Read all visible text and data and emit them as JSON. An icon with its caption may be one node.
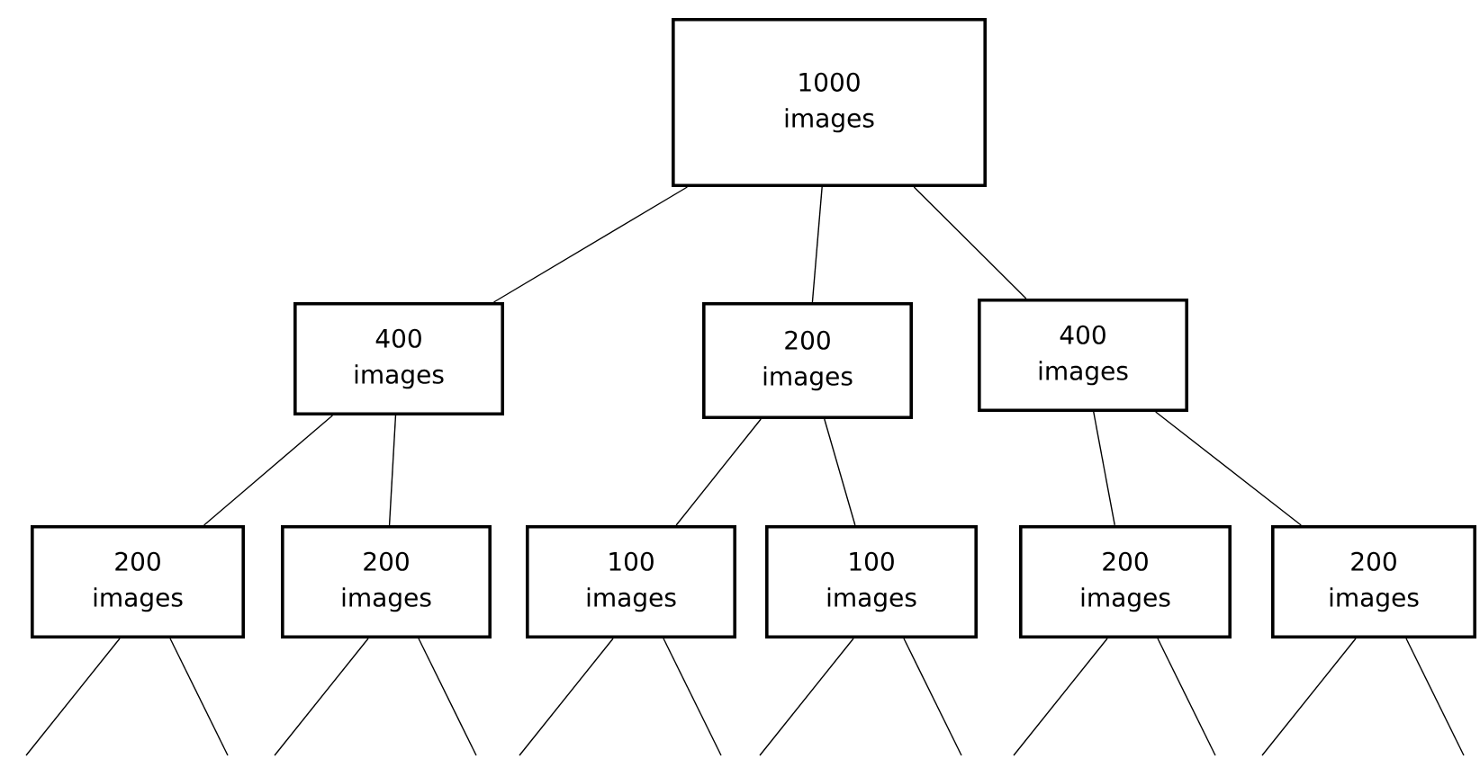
{
  "diagram": {
    "nodes": [
      {
        "text": [
          "1000 images"
        ]
      },
      {
        "text": [
          "400 images"
        ]
      },
      {
        "text": [
          "200 images"
        ]
      },
      {
        "text": [
          "400 images"
        ]
      },
      {
        "text": [
          "200 images"
        ]
      },
      {
        "text": [
          "200 images"
        ]
      },
      {
        "text": [
          "100 images"
        ]
      },
      {
        "text": [
          "100 images"
        ]
      },
      {
        "text": [
          "200 images"
        ]
      },
      {
        "text": [
          "200 images"
        ]
      }
    ],
    "edges": [
      {
        "from": 0,
        "to": 1,
        "arrow": "none"
      },
      {
        "from": 0,
        "to": 2,
        "arrow": "none"
      },
      {
        "from": 0,
        "to": 3,
        "arrow": "none"
      },
      {
        "from": 1,
        "to": 4,
        "arrow": "none"
      },
      {
        "from": 1,
        "to": 5,
        "arrow": "none"
      },
      {
        "from": 2,
        "to": 6,
        "arrow": "none"
      },
      {
        "from": 2,
        "to": 7,
        "arrow": "none"
      },
      {
        "from": 3,
        "to": 8,
        "arrow": "none"
      },
      {
        "from": 3,
        "to": 9,
        "arrow": "none"
      },
      {
        "from": 4,
        "to": null,
        "arrow": "none"
      },
      {
        "from": 4,
        "to": null,
        "arrow": "none"
      },
      {
        "from": 5,
        "to": null,
        "arrow": "none"
      },
      {
        "from": 5,
        "to": null,
        "arrow": "none"
      },
      {
        "from": 6,
        "to": null,
        "arrow": "none"
      },
      {
        "from": 6,
        "to": null,
        "arrow": "none"
      },
      {
        "from": 7,
        "to": null,
        "arrow": "none"
      },
      {
        "from": 7,
        "to": null,
        "arrow": "none"
      },
      {
        "from": 8,
        "to": null,
        "arrow": "none"
      },
      {
        "from": 8,
        "to": null,
        "arrow": "none"
      },
      {
        "from": 9,
        "to": null,
        "arrow": "none"
      },
      {
        "from": 9,
        "to": null,
        "arrow": "none"
      }
    ]
  }
}
